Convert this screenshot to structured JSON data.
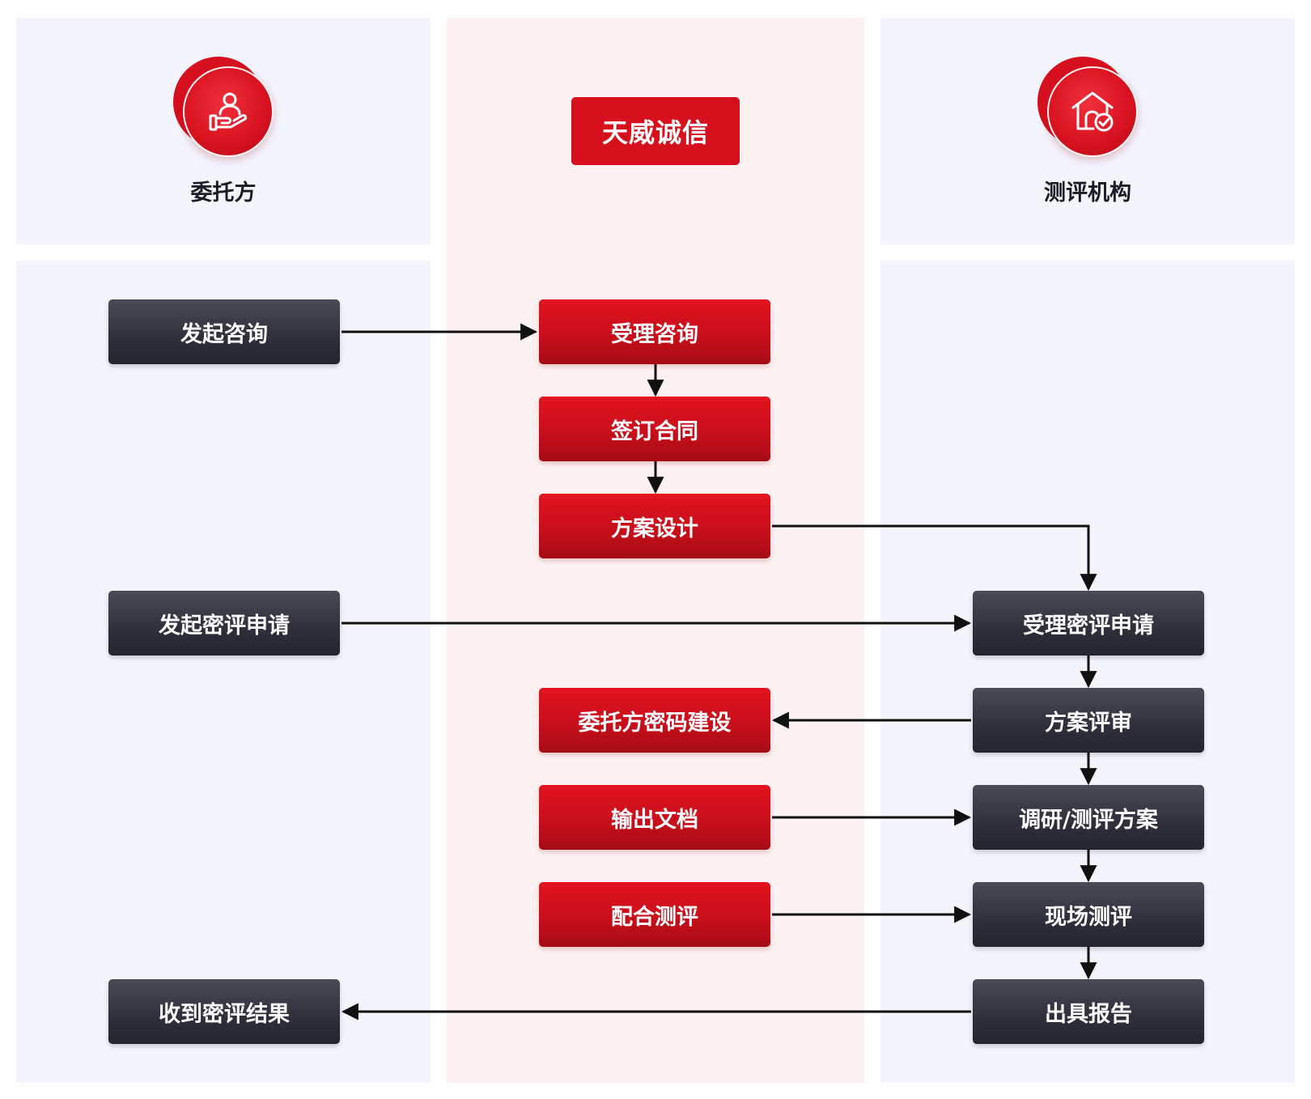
{
  "lanes": {
    "client": {
      "label": "委托方",
      "icon": "person-hand-icon"
    },
    "center": {
      "brand": "天威诚信"
    },
    "agency": {
      "label": "测评机构",
      "icon": "house-check-icon"
    }
  },
  "colors": {
    "red": "#d7101e",
    "dark": "#2e2f3a",
    "lane_blue": "#f3f4fc",
    "lane_pink": "#fdf1f2",
    "arrow": "#111111"
  },
  "steps": {
    "client_consult": "发起咨询",
    "client_apply": "发起密评申请",
    "client_result": "收到密评结果",
    "accept_consult": "受理咨询",
    "sign_contract": "签订合同",
    "plan_design": "方案设计",
    "client_crypto_build": "委托方密码建设",
    "output_docs": "输出文档",
    "assist_eval": "配合测评",
    "accept_apply": "受理密评申请",
    "plan_review": "方案评审",
    "research_plan": "调研/测评方案",
    "onsite_eval": "现场测评",
    "issue_report": "出具报告"
  }
}
